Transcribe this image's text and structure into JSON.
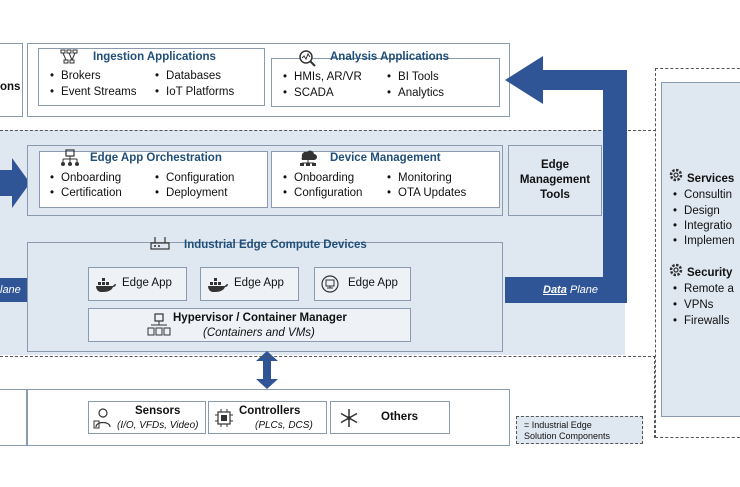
{
  "top_left_partial": {
    "label": "ons"
  },
  "ingestion": {
    "title": "Ingestion Applications",
    "items": [
      "Brokers",
      "Event Streams",
      "Databases",
      "IoT Platforms"
    ]
  },
  "analysis": {
    "title": "Analysis Applications",
    "items": [
      "HMIs, AR/VR",
      "SCADA",
      "BI Tools",
      "Analytics"
    ]
  },
  "orchestration": {
    "title": "Edge App Orchestration",
    "items": [
      "Onboarding",
      "Certification",
      "Configuration",
      "Deployment"
    ]
  },
  "device_mgmt": {
    "title": "Device Management",
    "items": [
      "Onboarding",
      "Configuration",
      "Monitoring",
      "OTA Updates"
    ]
  },
  "mgmt_tools": {
    "line1": "Edge",
    "line2": "Management",
    "line3": "Tools"
  },
  "compute": {
    "title": "Industrial Edge Compute Devices",
    "apps": [
      "Edge App",
      "Edge App",
      "Edge App"
    ],
    "hypervisor_title": "Hypervisor / Container Manager",
    "hypervisor_sub": "(Containers and VMs)"
  },
  "data_plane": {
    "data_word": "Data",
    "plane_word": "Plane",
    "left_partial": "lane"
  },
  "devices": [
    {
      "name": "Sensors",
      "sub": "(I/O, VFDs, Video)"
    },
    {
      "name": "Controllers",
      "sub": "(PLCs, DCS)"
    },
    {
      "name": "Others",
      "sub": ""
    }
  ],
  "legend": {
    "line1": "= Industrial Edge",
    "line2": "Solution Components"
  },
  "services": {
    "title": "Services",
    "items": [
      "Consultin",
      "Design",
      "Integratio",
      "Implemen"
    ]
  },
  "security": {
    "title": "Security",
    "items": [
      "Remote a",
      "VPNs",
      "Firewalls"
    ]
  },
  "colors": {
    "accent": "#1f4e79",
    "arrow": "#2f5597",
    "band": "#dfe7f1",
    "border": "#8a9bb0"
  }
}
